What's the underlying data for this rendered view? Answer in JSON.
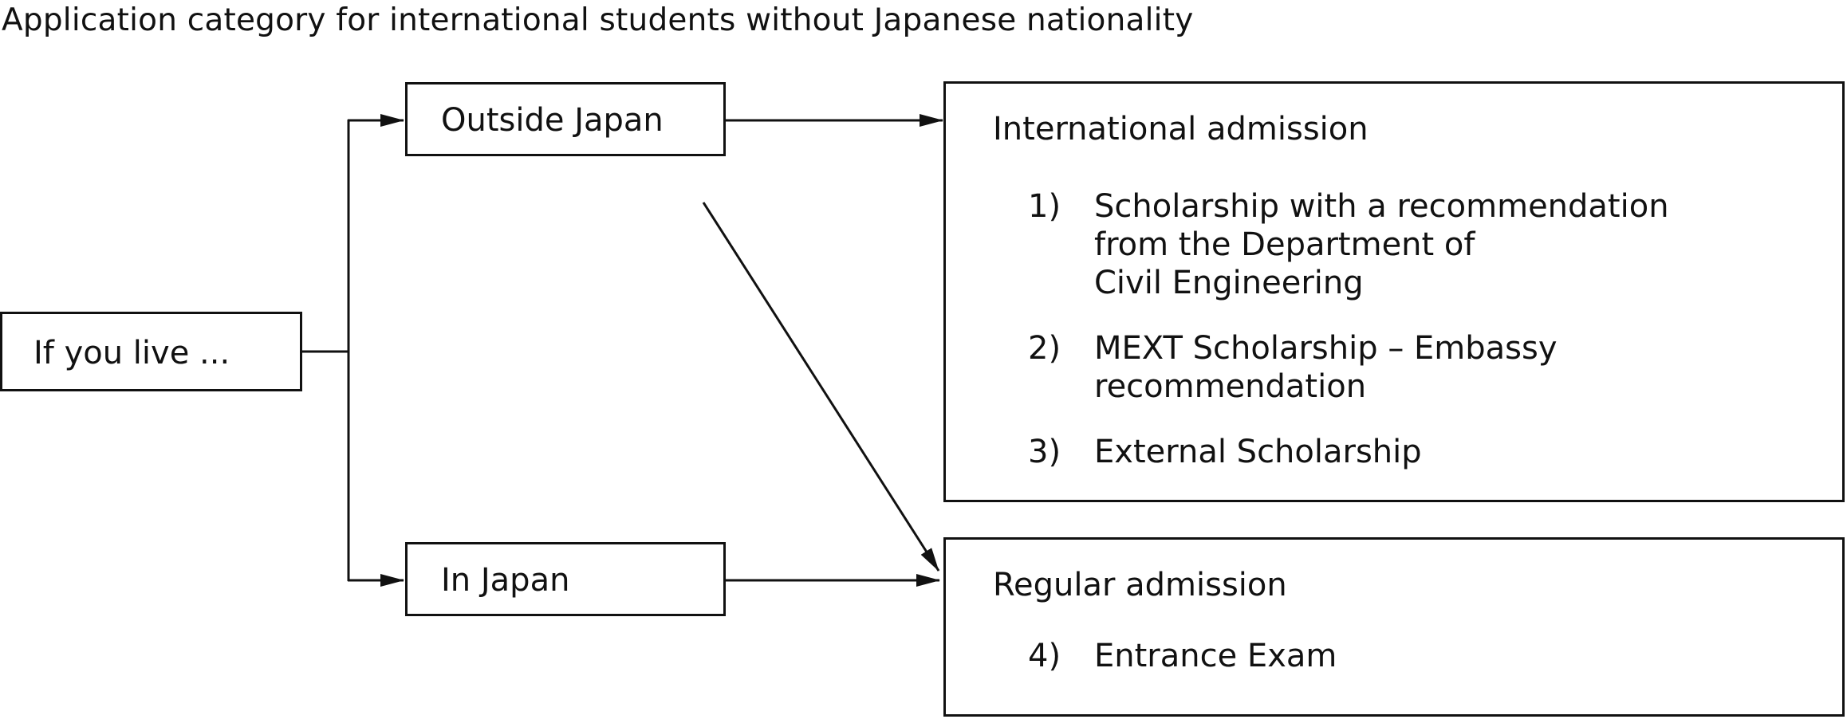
{
  "title": "Application category for international students without Japanese nationality",
  "nodes": {
    "start": {
      "label": "If you live ..."
    },
    "outside": {
      "label": "Outside Japan"
    },
    "inside": {
      "label": "In Japan"
    },
    "international": {
      "title": "International admission",
      "items": [
        {
          "num": "1)",
          "text": "Scholarship with a recommendation\nfrom the Department of\nCivil Engineering"
        },
        {
          "num": "2)",
          "text": "MEXT Scholarship – Embassy\nrecommendation"
        },
        {
          "num": "3)",
          "text": "External Scholarship"
        }
      ]
    },
    "regular": {
      "title": "Regular admission",
      "items": [
        {
          "num": "4)",
          "text": "Entrance Exam"
        }
      ]
    }
  }
}
